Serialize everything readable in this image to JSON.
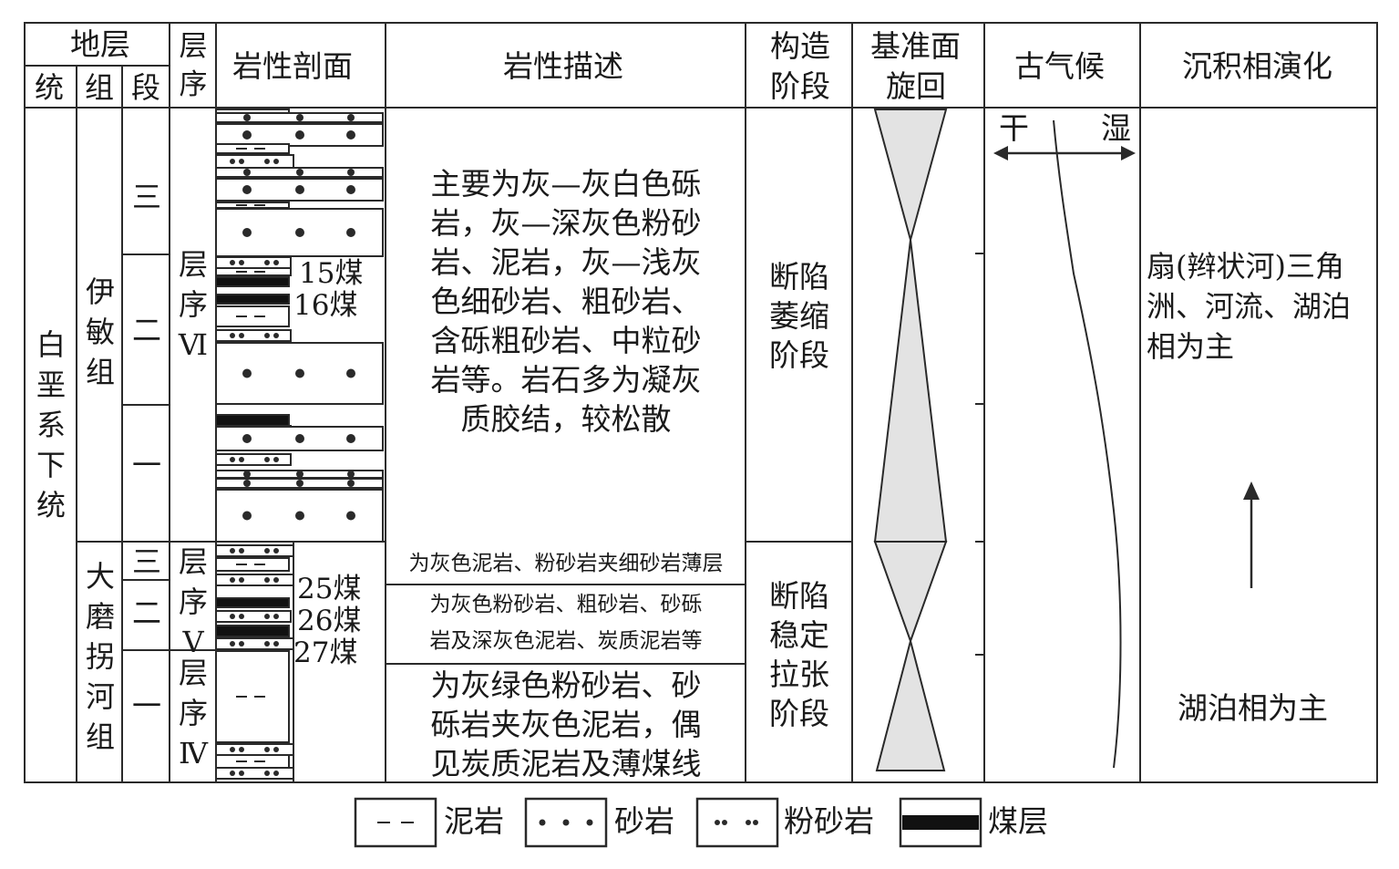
{
  "headers": {
    "stratum": "地层",
    "series": "统",
    "formation": "组",
    "member": "段",
    "sequence": "层序",
    "lithology_profile": "岩性剖面",
    "lithology_desc": "岩性描述",
    "tectonic_stage": [
      "构造",
      "阶段"
    ],
    "base_level_cycle": [
      "基准面",
      "旋回"
    ],
    "paleoclimate": "古气候",
    "sedimentary_facies": "沉积相演化"
  },
  "series_name": [
    "白",
    "垩",
    "系",
    "下",
    "统"
  ],
  "formations": {
    "yimin": [
      "伊",
      "敏",
      "组"
    ],
    "damoguaihe": [
      "大",
      "磨",
      "拐",
      "河",
      "组"
    ]
  },
  "members": {
    "yimin_3": "三",
    "yimin_2": "二",
    "yimin_1": "一",
    "damo_3": "三",
    "damo_2": "二",
    "damo_1": "一"
  },
  "sequences": {
    "vi": [
      "层",
      "序",
      "Ⅵ"
    ],
    "v": [
      "层",
      "序",
      "Ⅴ"
    ],
    "iv": [
      "层",
      "序",
      "Ⅳ"
    ]
  },
  "coal_labels": [
    "15煤",
    "16煤",
    "25煤",
    "26煤",
    "27煤"
  ],
  "descriptions": {
    "yimin": [
      "主要为灰—灰白色砾",
      "岩，灰—深灰色粉砂",
      "岩、泥岩，灰—浅灰",
      "色细砂岩、粗砂岩、",
      "含砾粗砂岩、中粒砂",
      "岩等。岩石多为凝灰",
      "质胶结，较松散"
    ],
    "damo_3": "为灰色泥岩、粉砂岩夹细砂岩薄层",
    "damo_2": [
      "为灰色粉砂岩、粗砂岩、砂砾",
      "岩及深灰色泥岩、炭质泥岩等"
    ],
    "damo_1": [
      "为灰绿色粉砂岩、砂",
      "砾岩夹灰色泥岩，偶",
      "见炭质泥岩及薄煤线"
    ]
  },
  "tectonic": {
    "upper": [
      "断陷",
      "萎缩",
      "阶段"
    ],
    "lower": [
      "断陷",
      "稳定",
      "拉张",
      "阶段"
    ]
  },
  "climate": {
    "dry": "干",
    "wet": "湿"
  },
  "facies": {
    "upper": [
      "扇(辫状河)三角",
      "洲、河流、湖泊",
      "相为主"
    ],
    "lower": "湖泊相为主"
  },
  "legend": [
    {
      "pattern": "mudstone",
      "label": "泥岩"
    },
    {
      "pattern": "sandstone",
      "label": "砂岩"
    },
    {
      "pattern": "siltstone",
      "label": "粉砂岩"
    },
    {
      "pattern": "coal",
      "label": "煤层"
    }
  ],
  "colors": {
    "line": "#2a2a2a",
    "shade": "#e3e3e3",
    "coal": "#111111"
  }
}
